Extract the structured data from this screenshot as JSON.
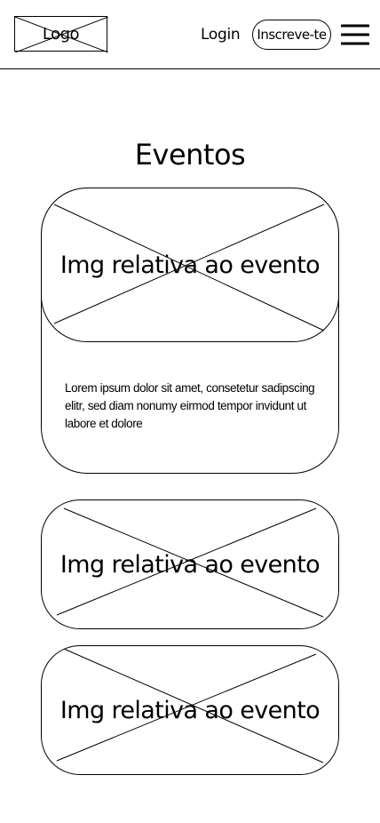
{
  "header": {
    "logo_label": "Logo",
    "login_label": "Login",
    "signup_label": "Inscreve-te",
    "menu_icon": "hamburger-menu-icon"
  },
  "main": {
    "title": "Eventos",
    "events": [
      {
        "image_label": "Img relativa ao evento",
        "description": "Lorem ipsum dolor sit amet, consetetur sadipscing elitr, sed diam nonumy eirmod tempor invidunt ut labore et dolore"
      },
      {
        "image_label": "Img relativa ao evento"
      },
      {
        "image_label": "Img relativa ao evento"
      }
    ]
  }
}
